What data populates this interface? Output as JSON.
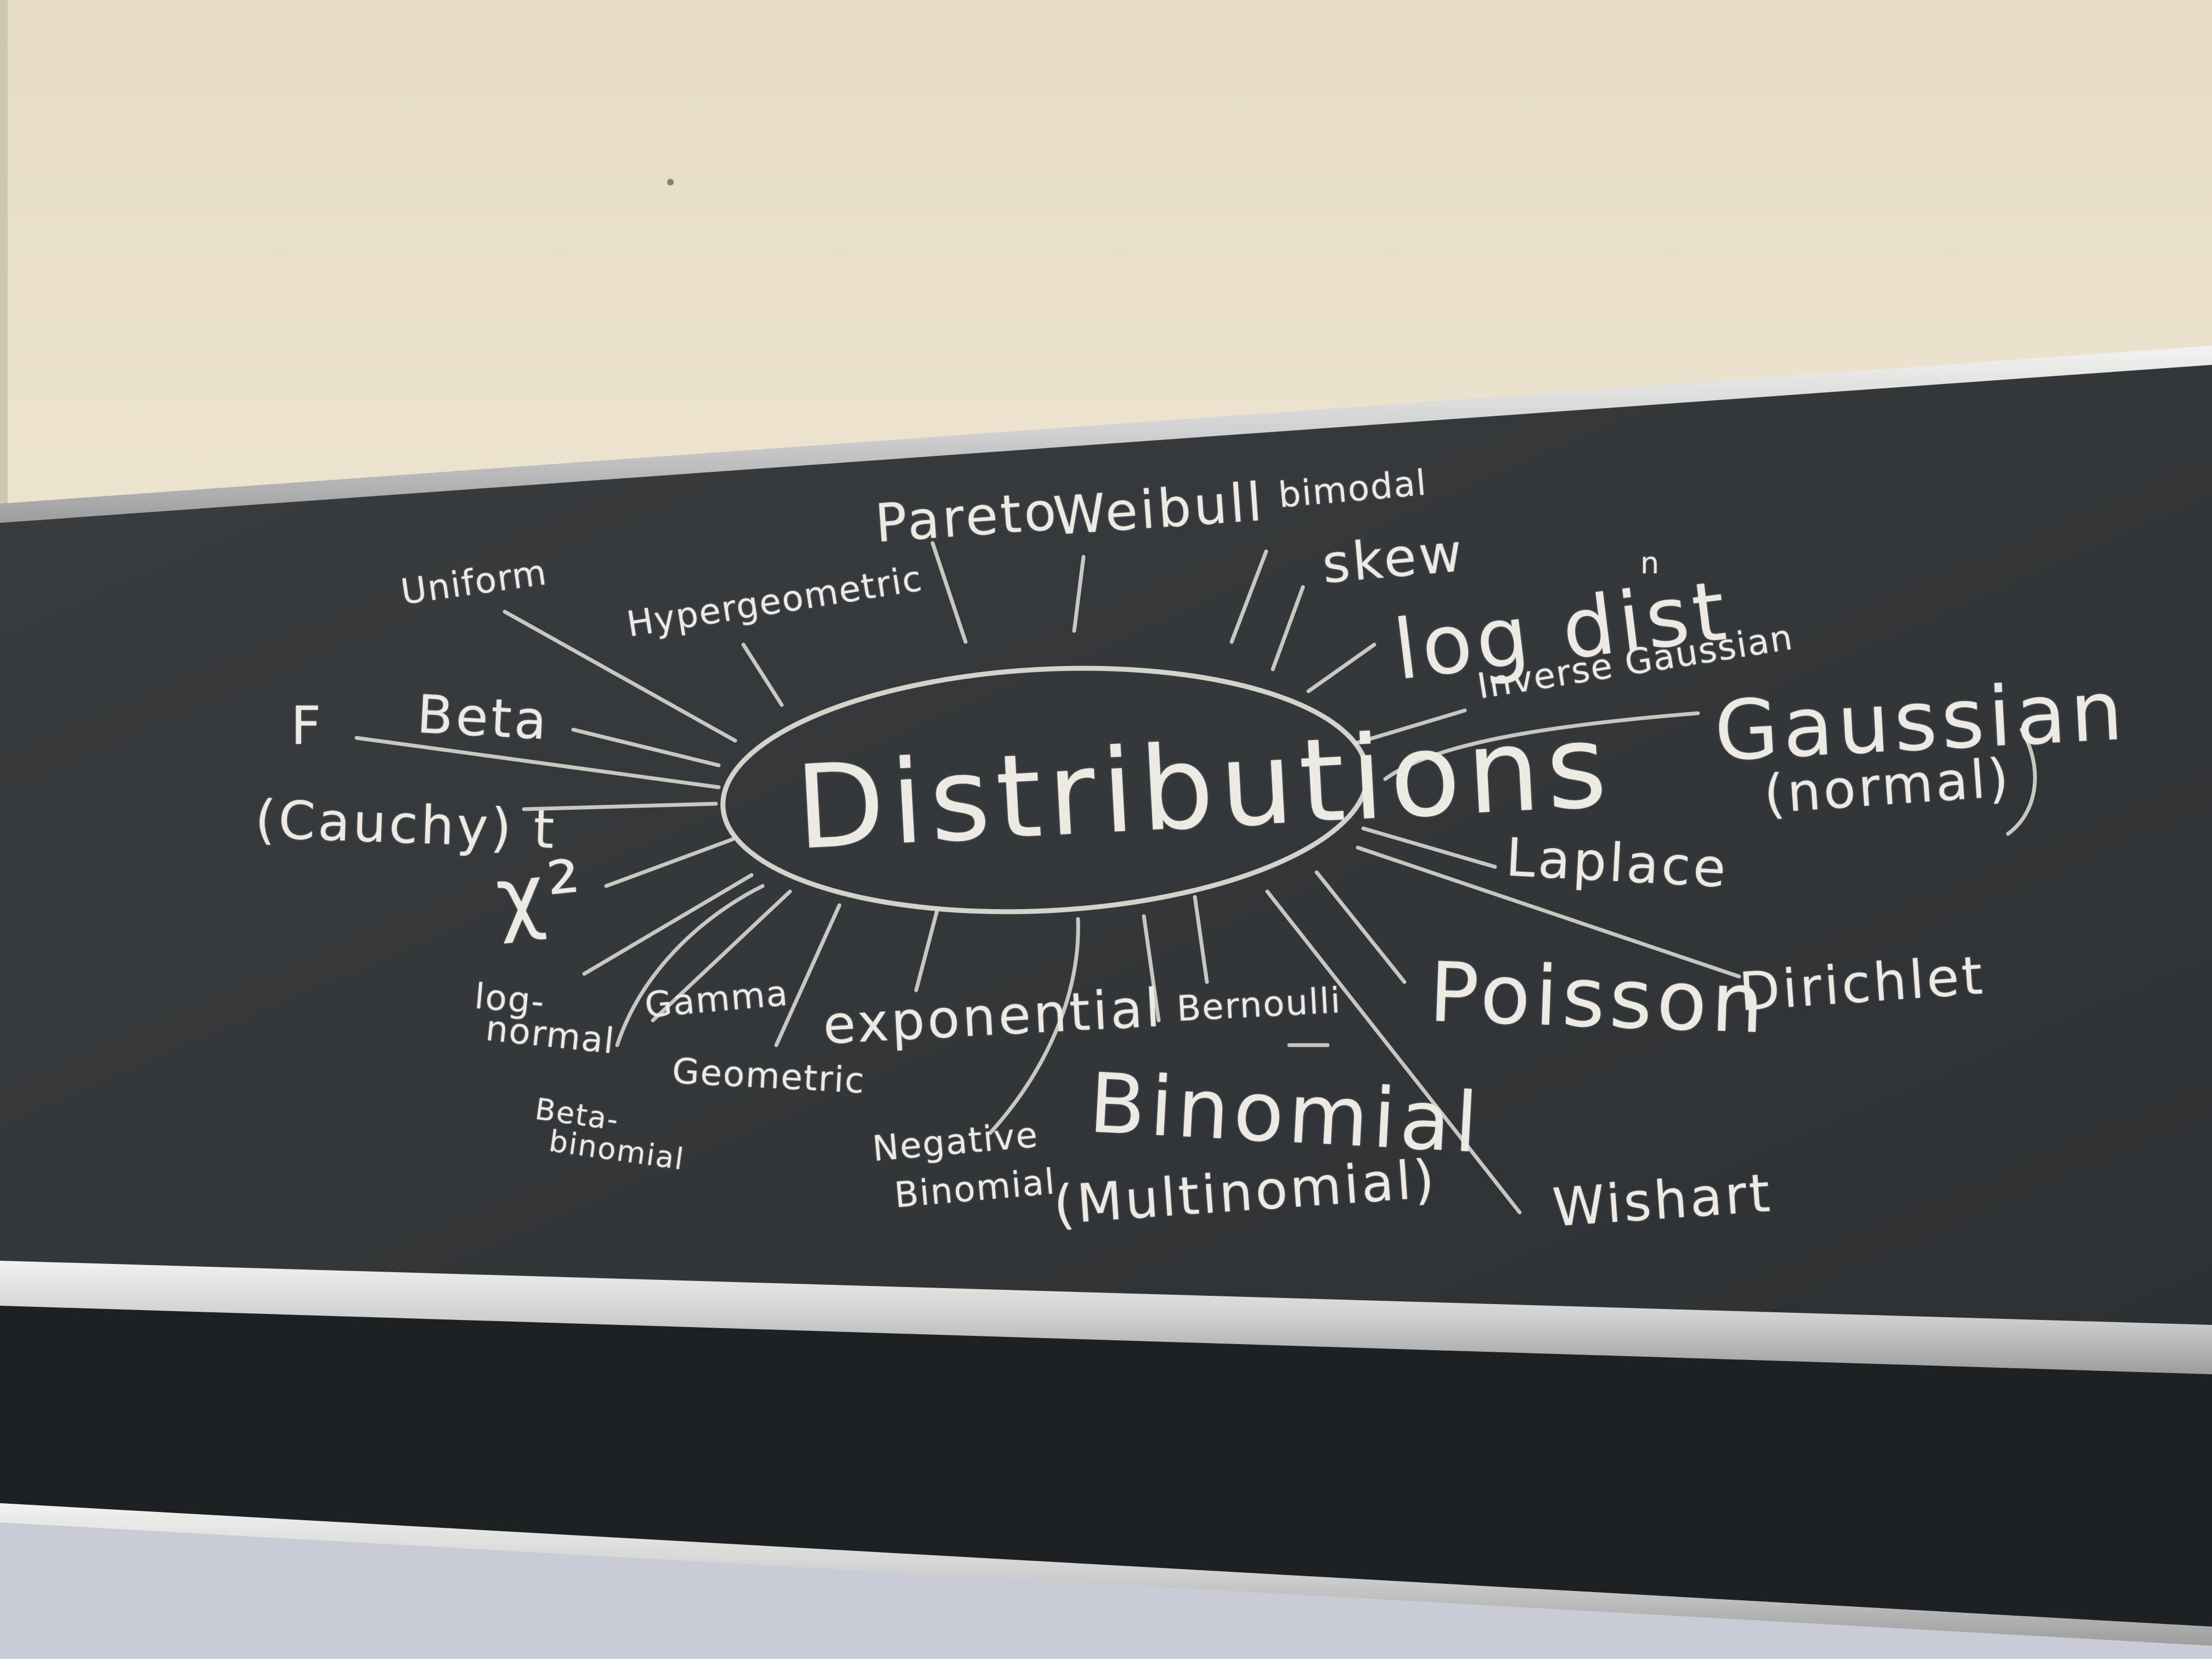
{
  "board": {
    "center_label": "Distributions",
    "labels": {
      "uniform": "Uniform",
      "hypergeometric": "Hypergeometric",
      "pareto": "Pareto",
      "weibull": "Weibull",
      "bimodal": "bimodal",
      "skew": "skew",
      "log_dist": "log dist",
      "log_dist_sup": "n",
      "inverse_gaussian": "Inverse Gaussian",
      "gaussian": "Gaussian",
      "normal": "(normal)",
      "f": "F",
      "beta": "Beta",
      "cauchy_t": "(Cauchy) t",
      "chi_squared": "χ²",
      "log_normal_1": "log-",
      "log_normal_2": "normal",
      "gamma": "Gamma",
      "geometric": "Geometric",
      "beta_binomial_1": "Beta-",
      "beta_binomial_2": "binomial",
      "exponential": "exponential",
      "negative_binomial_1": "Negative",
      "negative_binomial_2": "Binomial",
      "bernoulli": "Bernoulli",
      "binomial": "Binomial",
      "multinomial": "(Multinomial)",
      "laplace": "Laplace",
      "poisson": "Poisson",
      "dirichlet": "Dirichlet",
      "wishart": "Wishart"
    }
  },
  "colors": {
    "wall": "#ece3cf",
    "board": "#34373a",
    "board_lower": "#1f2224",
    "chalk": "#eceae2",
    "frame": "#d9d9d7"
  }
}
